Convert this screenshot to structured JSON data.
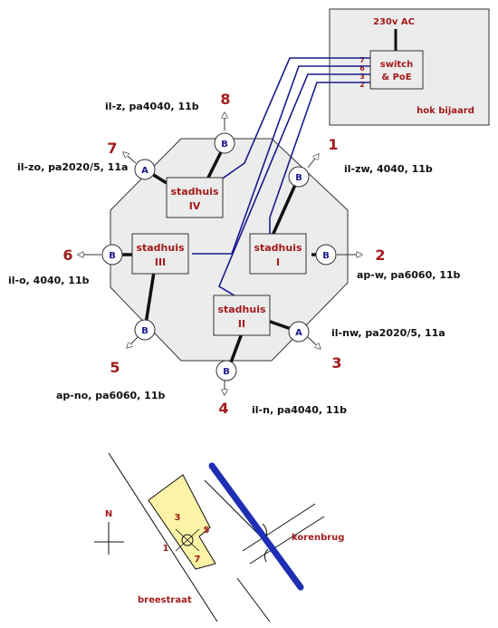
{
  "hok": {
    "power_label": "230v AC",
    "switch_line1": "switch",
    "switch_line2": "& PoE",
    "title": "hok bijaard",
    "ports": [
      "7",
      "6",
      "3",
      "2"
    ]
  },
  "stadhuis": [
    {
      "id": "I",
      "line1": "stadhuis",
      "line2": "I"
    },
    {
      "id": "II",
      "line1": "stadhuis",
      "line2": "II"
    },
    {
      "id": "III",
      "line1": "stadhuis",
      "line2": "III"
    },
    {
      "id": "IV",
      "line1": "stadhuis",
      "line2": "IV"
    }
  ],
  "nodes": [
    {
      "key": "n1",
      "type": "B"
    },
    {
      "key": "n2",
      "type": "B"
    },
    {
      "key": "n3",
      "type": "A"
    },
    {
      "key": "n4",
      "type": "B"
    },
    {
      "key": "n5",
      "type": "B"
    },
    {
      "key": "n6",
      "type": "B"
    },
    {
      "key": "n7",
      "type": "A"
    },
    {
      "key": "n8",
      "type": "B"
    }
  ],
  "directions": [
    {
      "number": "1",
      "label": "il-zw, 4040, 11b"
    },
    {
      "number": "2",
      "label": "ap-w, pa6060, 11b"
    },
    {
      "number": "3",
      "label": "il-nw, pa2020/5, 11a"
    },
    {
      "number": "4",
      "label": "il-n, pa4040, 11b"
    },
    {
      "number": "5",
      "label": "ap-no, pa6060, 11b"
    },
    {
      "number": "6",
      "label": "il-o, 4040, 11b"
    },
    {
      "number": "7",
      "label": "il-zo, pa2020/5, 11a"
    },
    {
      "number": "8",
      "label": "il-z, pa4040, 11b"
    }
  ],
  "map": {
    "north": "N",
    "street": "breestraat",
    "bridge": "korenbrug",
    "numbers": [
      "3",
      "5",
      "1",
      "7"
    ]
  },
  "colors": {
    "accent_red": "#a31b1b",
    "fiber_blue": "#1a1a8c",
    "canal_blue": "#1e2fb5",
    "building_yellow": "#fbf3a6",
    "octagon_gray": "#ececec"
  }
}
